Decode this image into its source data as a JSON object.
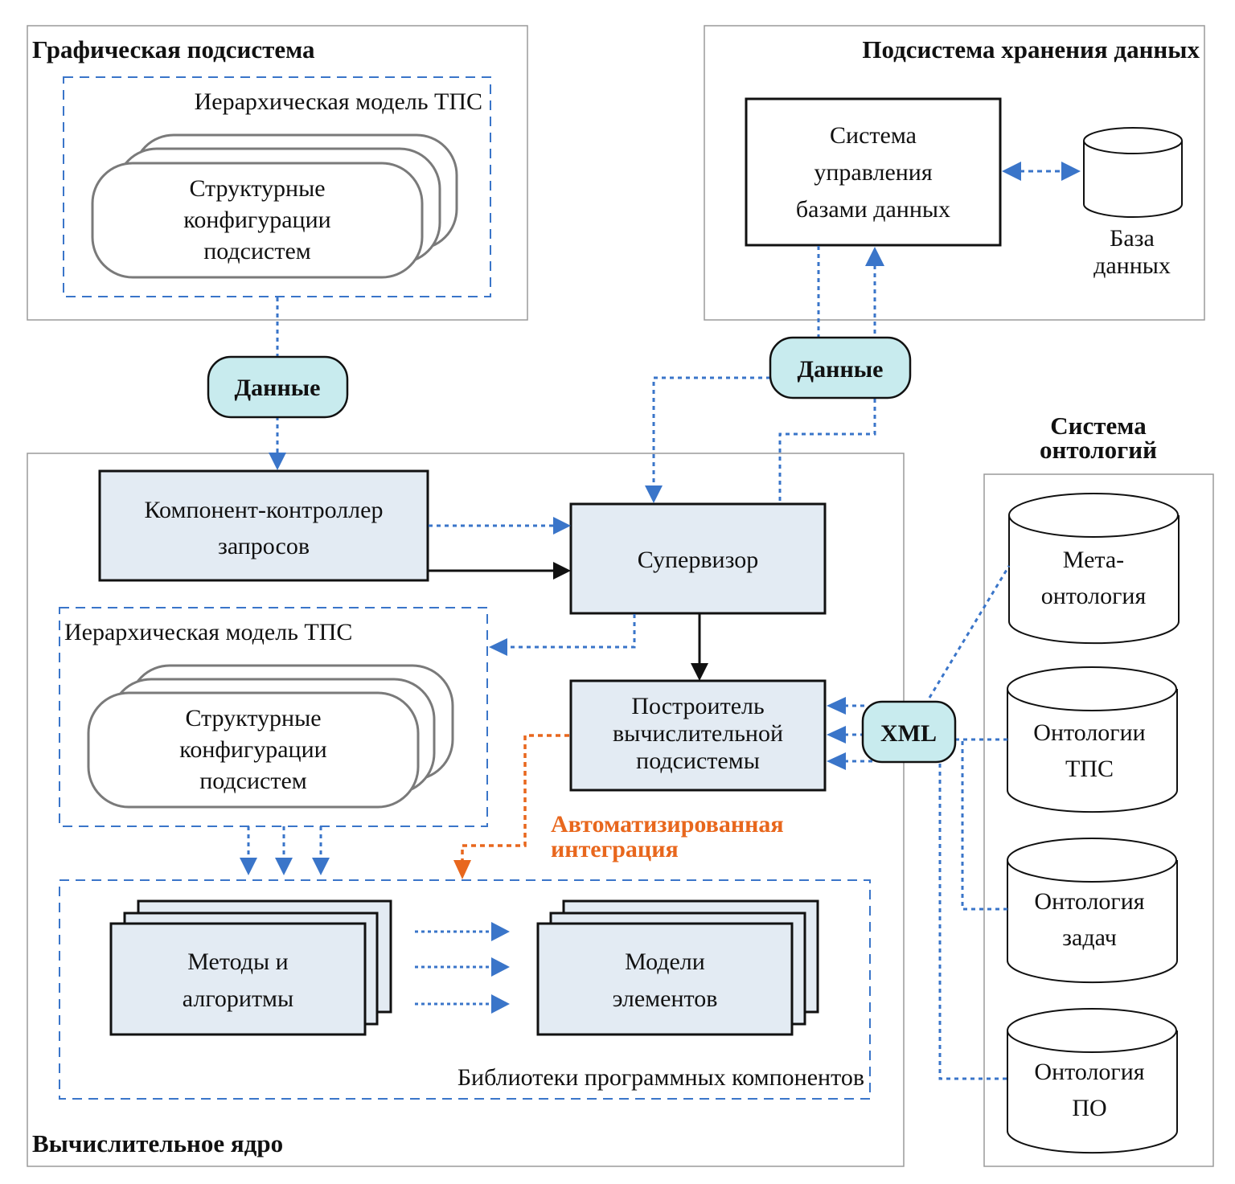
{
  "colors": {
    "blue": "#3a75c9",
    "orange": "#e8671d",
    "box_fill": "#e3ebf3",
    "badge_fill": "#c8ebee",
    "panel_border": "#9a9a9a",
    "stack_border": "#7a7a7a"
  },
  "graphics_subsystem": {
    "title": "Графическая подсистема",
    "hierarchy_label": "Иерархическая модель ТПС",
    "stack_lines": [
      "Структурные",
      "конфигурации",
      "подсистем"
    ]
  },
  "storage_subsystem": {
    "title": "Подсистема хранения данных",
    "dbms_lines": [
      "Система",
      "управления",
      "базами данных"
    ],
    "db_lines": [
      "База",
      "данных"
    ]
  },
  "badges": {
    "data_left": "Данные",
    "data_right": "Данные",
    "xml": "XML"
  },
  "compute_core": {
    "title": "Вычислительное ядро",
    "controller_lines": [
      "Компонент-контроллер",
      "запросов"
    ],
    "supervisor": "Супервизор",
    "builder_lines": [
      "Построитель",
      "вычислительной",
      "подсистемы"
    ],
    "hierarchy_label": "Иерархическая модель ТПС",
    "stack_lines": [
      "Структурные",
      "конфигурации",
      "подсистем"
    ],
    "auto_integration_lines": [
      "Автоматизированная",
      "интеграция"
    ],
    "libraries_label": "Библиотеки программных компонентов",
    "methods_lines": [
      "Методы и",
      "алгоритмы"
    ],
    "models_lines": [
      "Модели",
      "элементов"
    ]
  },
  "ontology_system": {
    "title_lines": [
      "Система",
      "онтологий"
    ],
    "items": [
      {
        "lines": [
          "Мета-",
          "онтология"
        ]
      },
      {
        "lines": [
          "Онтологии",
          "ТПС"
        ]
      },
      {
        "lines": [
          "Онтология",
          "задач"
        ]
      },
      {
        "lines": [
          "Онтология",
          "ПО"
        ]
      }
    ]
  }
}
